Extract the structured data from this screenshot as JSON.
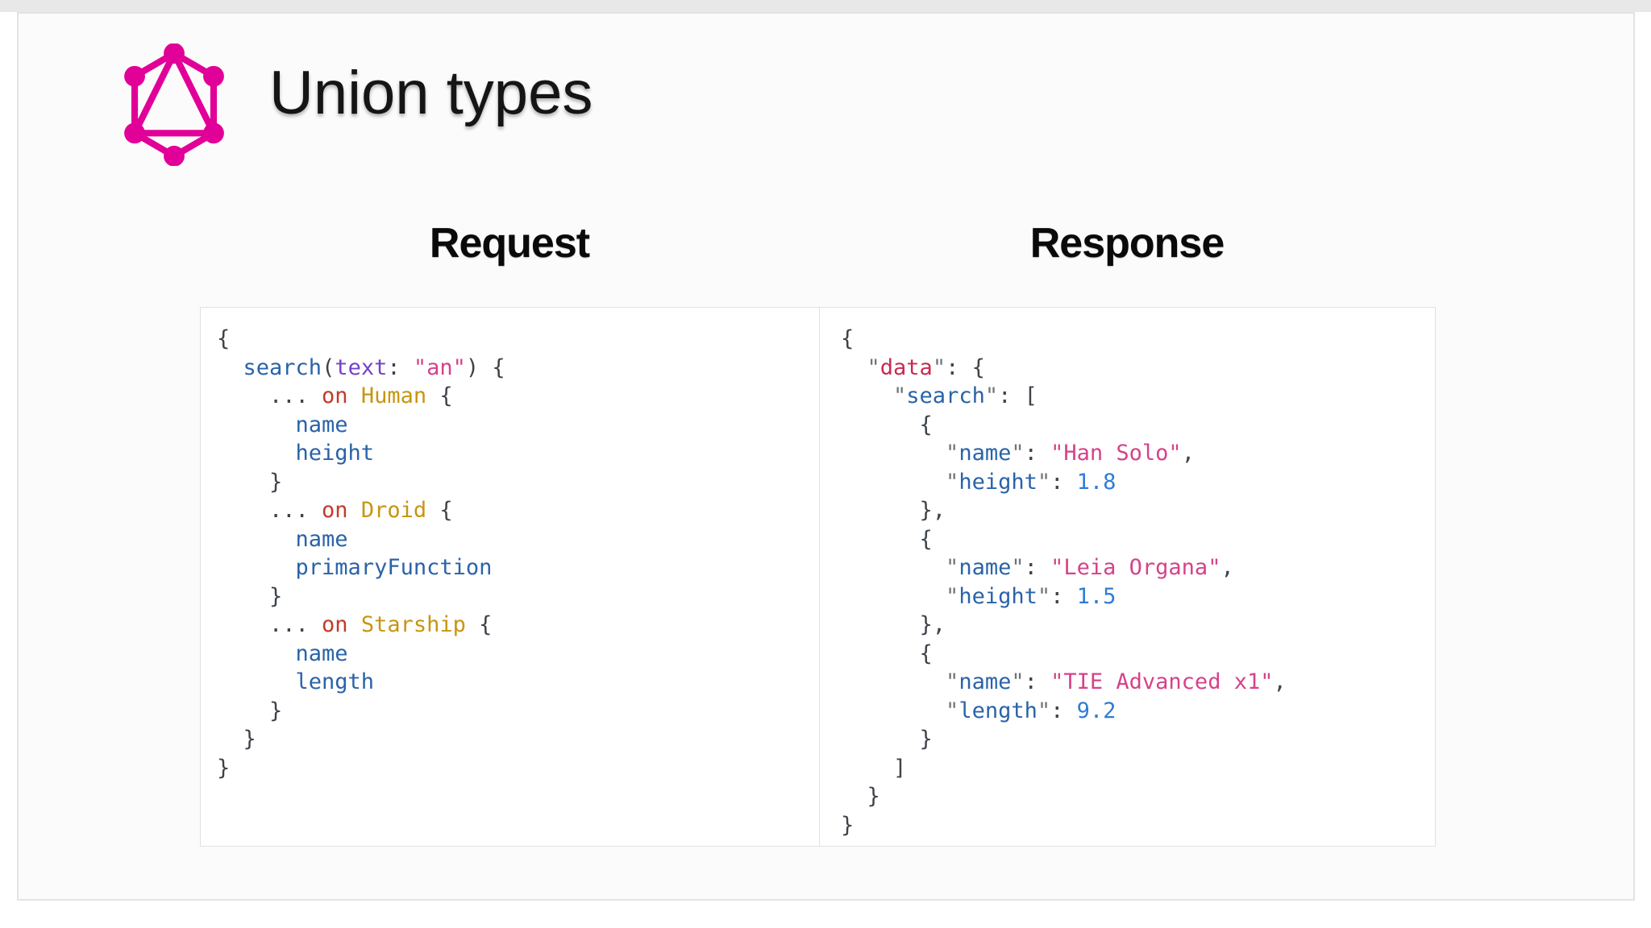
{
  "slide": {
    "title": "Union types",
    "logo": "graphql-logo",
    "accent_color": "#E10098",
    "background_color": "#FCFBFB"
  },
  "token_colors": {
    "punct": "#3E4349",
    "quote": "#6E7479",
    "field": "#2A63A8",
    "key": "#2A63A8",
    "datakey": "#C92A51",
    "arg": "#7540C8",
    "string": "#D64289",
    "keyword": "#C23B2A",
    "type": "#C79510",
    "number": "#2F7CD6"
  },
  "panels": [
    {
      "heading": "Request",
      "lines": [
        [
          [
            "punct",
            "{"
          ]
        ],
        [
          [
            "punct",
            "  "
          ],
          [
            "field",
            "search"
          ],
          [
            "punct",
            "("
          ],
          [
            "arg",
            "text"
          ],
          [
            "punct",
            ": "
          ],
          [
            "string",
            "\"an\""
          ],
          [
            "punct",
            ") {"
          ]
        ],
        [
          [
            "punct",
            "    ... "
          ],
          [
            "keyword",
            "on"
          ],
          [
            "punct",
            " "
          ],
          [
            "type",
            "Human"
          ],
          [
            "punct",
            " {"
          ]
        ],
        [
          [
            "field",
            "      name"
          ]
        ],
        [
          [
            "field",
            "      height"
          ]
        ],
        [
          [
            "punct",
            "    }"
          ]
        ],
        [
          [
            "punct",
            "    ... "
          ],
          [
            "keyword",
            "on"
          ],
          [
            "punct",
            " "
          ],
          [
            "type",
            "Droid"
          ],
          [
            "punct",
            " {"
          ]
        ],
        [
          [
            "field",
            "      name"
          ]
        ],
        [
          [
            "field",
            "      primaryFunction"
          ]
        ],
        [
          [
            "punct",
            "    }"
          ]
        ],
        [
          [
            "punct",
            "    ... "
          ],
          [
            "keyword",
            "on"
          ],
          [
            "punct",
            " "
          ],
          [
            "type",
            "Starship"
          ],
          [
            "punct",
            " {"
          ]
        ],
        [
          [
            "field",
            "      name"
          ]
        ],
        [
          [
            "field",
            "      length"
          ]
        ],
        [
          [
            "punct",
            "    }"
          ]
        ],
        [
          [
            "punct",
            "  }"
          ]
        ],
        [
          [
            "punct",
            "}"
          ]
        ]
      ]
    },
    {
      "heading": "Response",
      "lines": [
        [
          [
            "punct",
            "{"
          ]
        ],
        [
          [
            "punct",
            "  "
          ],
          [
            "quote",
            "\""
          ],
          [
            "datakey",
            "data"
          ],
          [
            "quote",
            "\""
          ],
          [
            "punct",
            ": {"
          ]
        ],
        [
          [
            "punct",
            "    "
          ],
          [
            "quote",
            "\""
          ],
          [
            "key",
            "search"
          ],
          [
            "quote",
            "\""
          ],
          [
            "punct",
            ": ["
          ]
        ],
        [
          [
            "punct",
            "      {"
          ]
        ],
        [
          [
            "punct",
            "        "
          ],
          [
            "quote",
            "\""
          ],
          [
            "key",
            "name"
          ],
          [
            "quote",
            "\""
          ],
          [
            "punct",
            ": "
          ],
          [
            "string",
            "\"Han Solo\""
          ],
          [
            "punct",
            ","
          ]
        ],
        [
          [
            "punct",
            "        "
          ],
          [
            "quote",
            "\""
          ],
          [
            "key",
            "height"
          ],
          [
            "quote",
            "\""
          ],
          [
            "punct",
            ": "
          ],
          [
            "number",
            "1.8"
          ]
        ],
        [
          [
            "punct",
            "      },"
          ]
        ],
        [
          [
            "punct",
            "      {"
          ]
        ],
        [
          [
            "punct",
            "        "
          ],
          [
            "quote",
            "\""
          ],
          [
            "key",
            "name"
          ],
          [
            "quote",
            "\""
          ],
          [
            "punct",
            ": "
          ],
          [
            "string",
            "\"Leia Organa\""
          ],
          [
            "punct",
            ","
          ]
        ],
        [
          [
            "punct",
            "        "
          ],
          [
            "quote",
            "\""
          ],
          [
            "key",
            "height"
          ],
          [
            "quote",
            "\""
          ],
          [
            "punct",
            ": "
          ],
          [
            "number",
            "1.5"
          ]
        ],
        [
          [
            "punct",
            "      },"
          ]
        ],
        [
          [
            "punct",
            "      {"
          ]
        ],
        [
          [
            "punct",
            "        "
          ],
          [
            "quote",
            "\""
          ],
          [
            "key",
            "name"
          ],
          [
            "quote",
            "\""
          ],
          [
            "punct",
            ": "
          ],
          [
            "string",
            "\"TIE Advanced x1\""
          ],
          [
            "punct",
            ","
          ]
        ],
        [
          [
            "punct",
            "        "
          ],
          [
            "quote",
            "\""
          ],
          [
            "key",
            "length"
          ],
          [
            "quote",
            "\""
          ],
          [
            "punct",
            ": "
          ],
          [
            "number",
            "9.2"
          ]
        ],
        [
          [
            "punct",
            "      }"
          ]
        ],
        [
          [
            "punct",
            "    ]"
          ]
        ],
        [
          [
            "punct",
            "  }"
          ]
        ],
        [
          [
            "punct",
            "}"
          ]
        ]
      ]
    }
  ]
}
